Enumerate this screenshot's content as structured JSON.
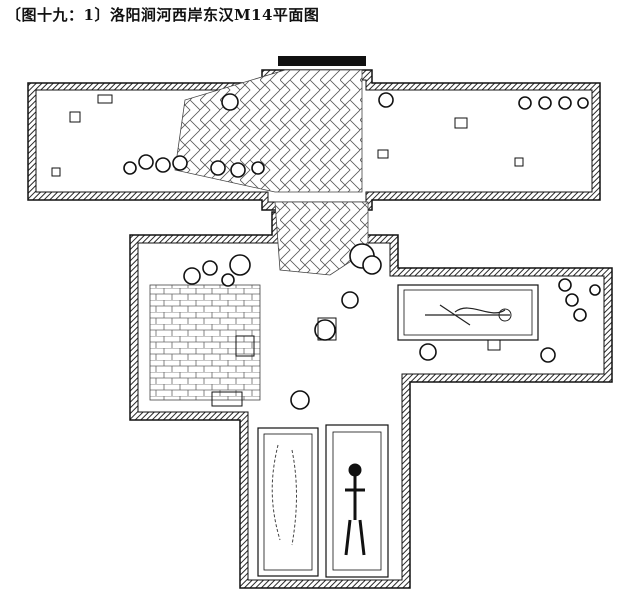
{
  "figure": {
    "caption": "〔图十九：1〕洛阳涧河西岸东汉M14平面图"
  },
  "colors": {
    "ink": "#111111",
    "wall_hatch": "#2a2a2a",
    "paper": "#ffffff"
  },
  "plan": {
    "rooms": [
      "front-hall-west-wing",
      "front-hall-center-brick-floor",
      "front-hall-east-wing",
      "rear-central-chamber",
      "west-side-chamber",
      "east-side-chamber",
      "rear-coffin-chamber"
    ],
    "features": [
      "entrance-gap",
      "herringbone-brick-pavement",
      "brick-platform",
      "coffin-west",
      "coffin-east",
      "coffin-side-chamber",
      "skeleton",
      "pottery-vessels",
      "scattered-objects"
    ]
  }
}
